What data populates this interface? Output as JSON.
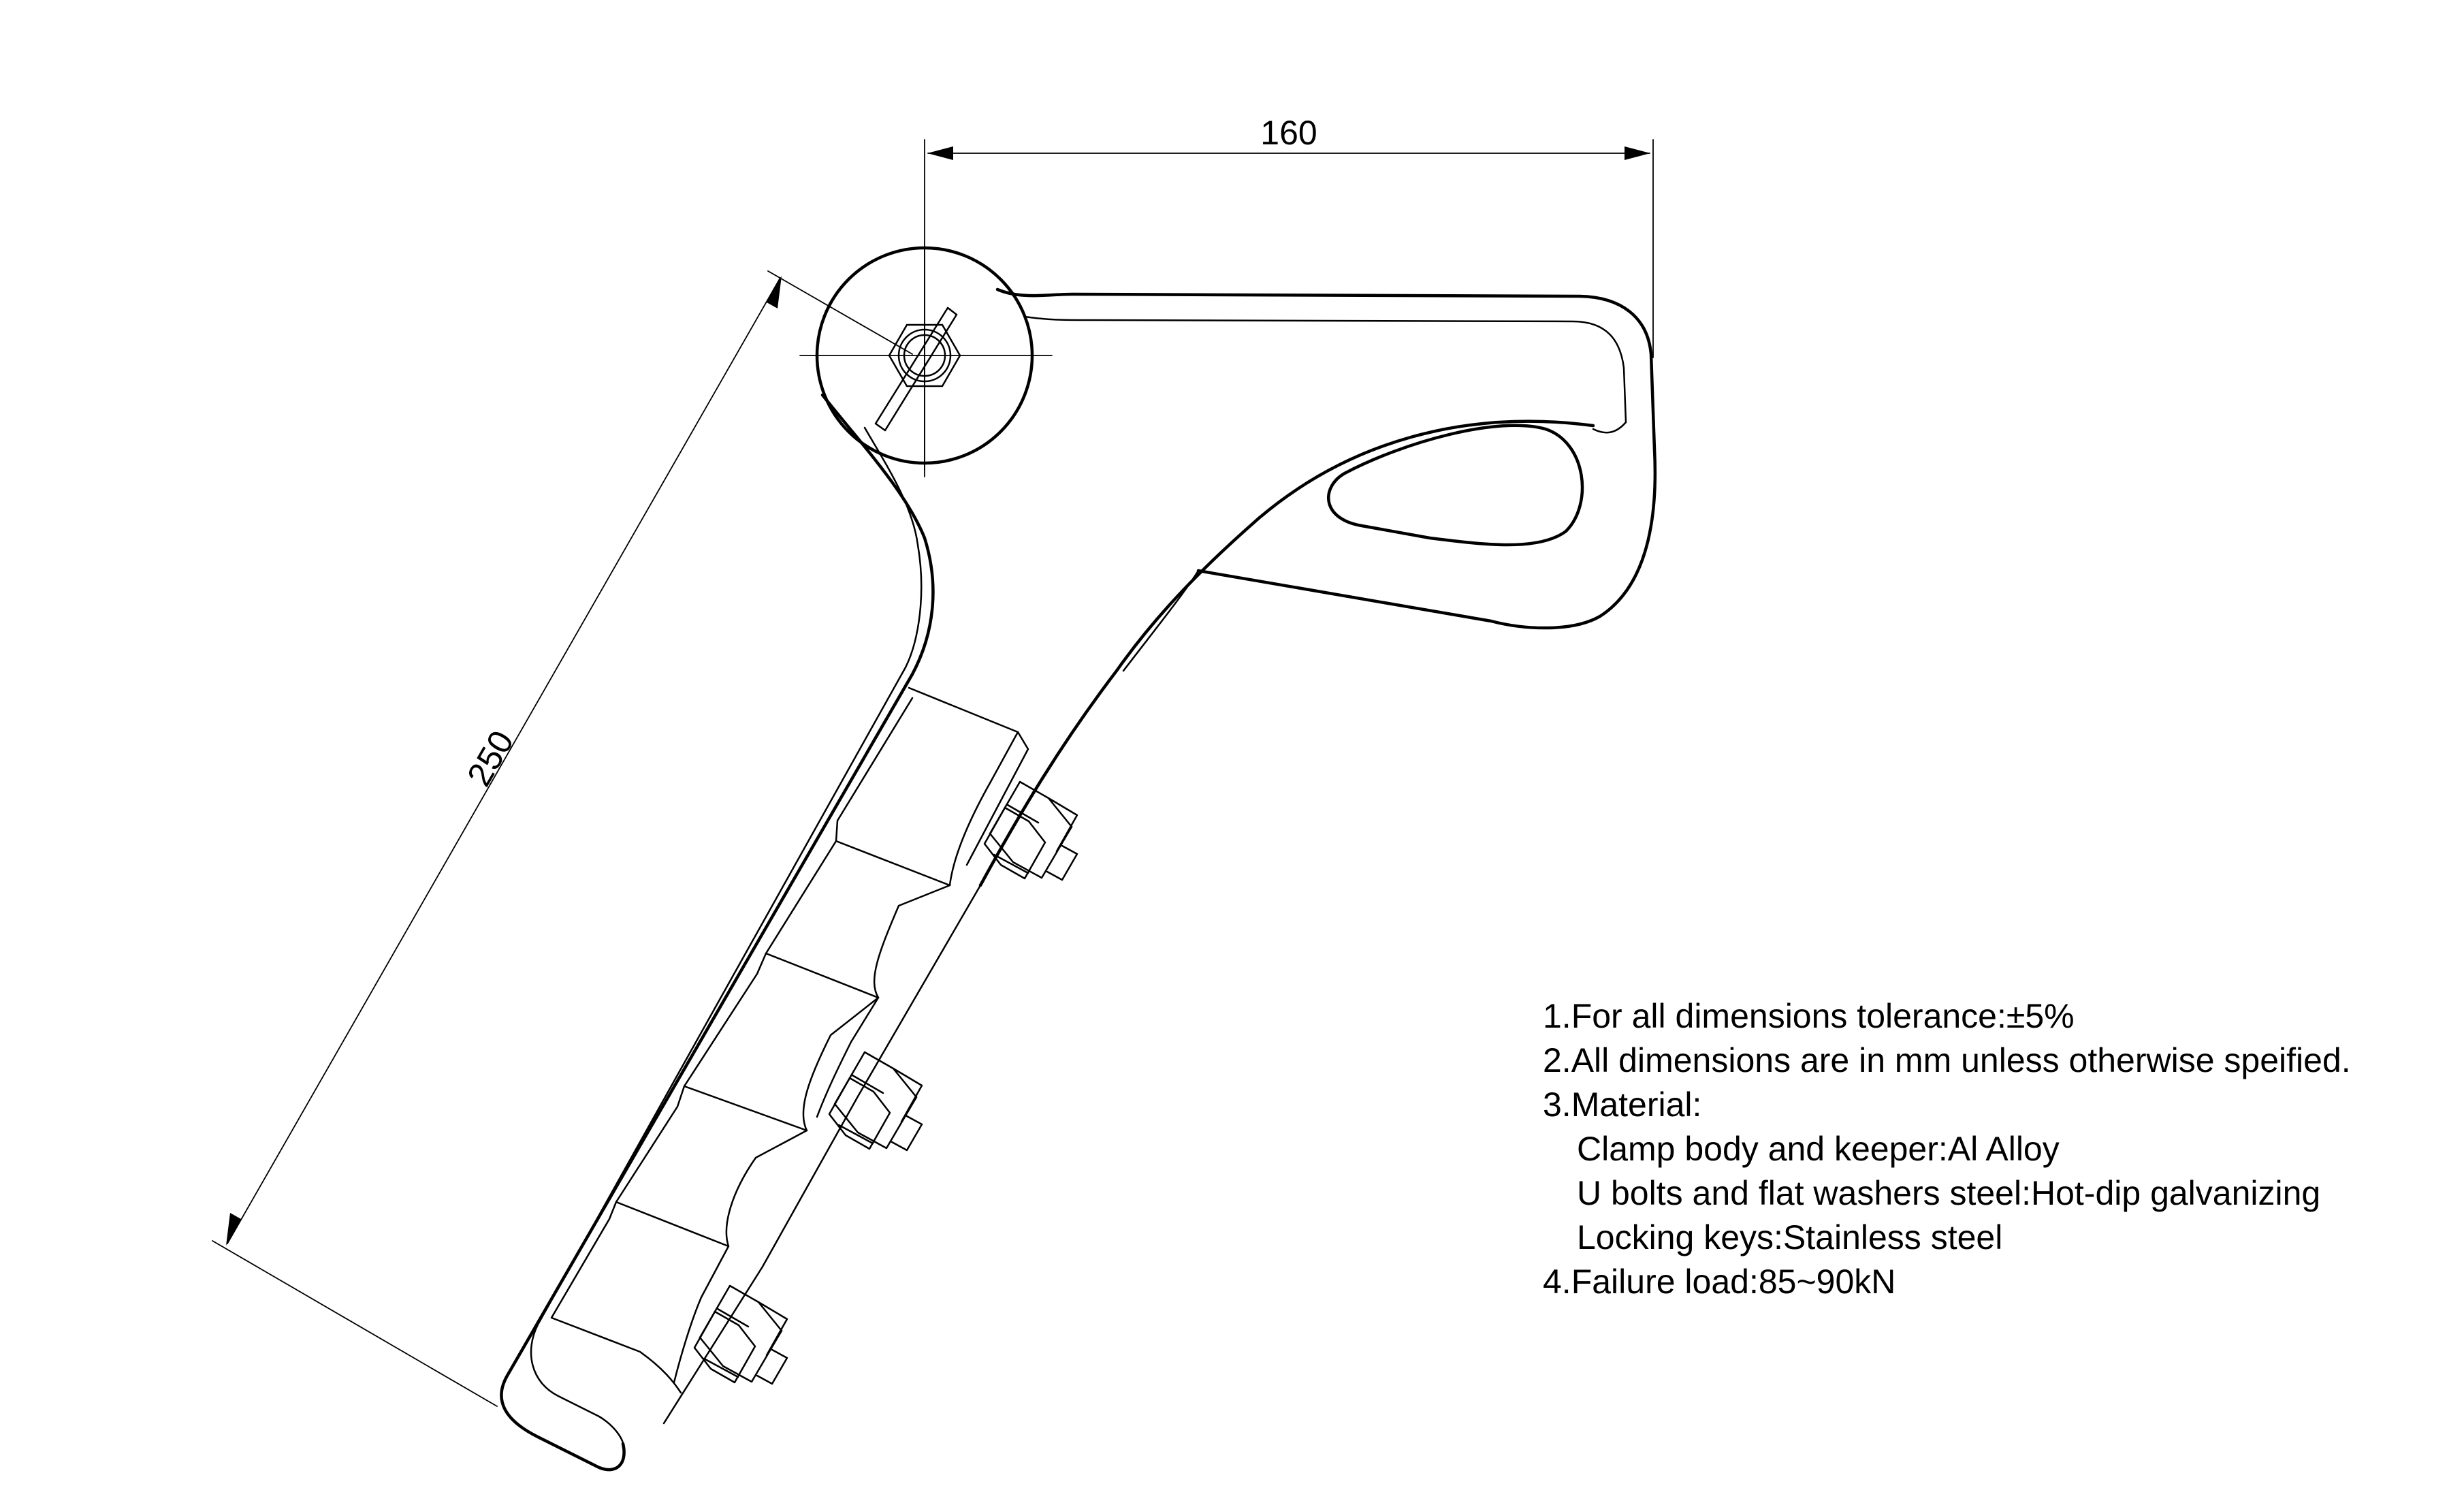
{
  "dimensions": {
    "width_label": "160",
    "height_label": "250"
  },
  "notes": [
    "1.For all dimensions tolerance:±5%",
    "2.All dimensions are in mm unless otherwise speified.",
    "3.Material:",
    "Clamp body and keeper:Al Alloy",
    "U bolts and flat washers steel:Hot-dip galvanizing",
    "Locking keys:Stainless steel",
    "4.Failure load:85~90kN"
  ],
  "colors": {
    "line": "#000000",
    "background": "#ffffff"
  }
}
